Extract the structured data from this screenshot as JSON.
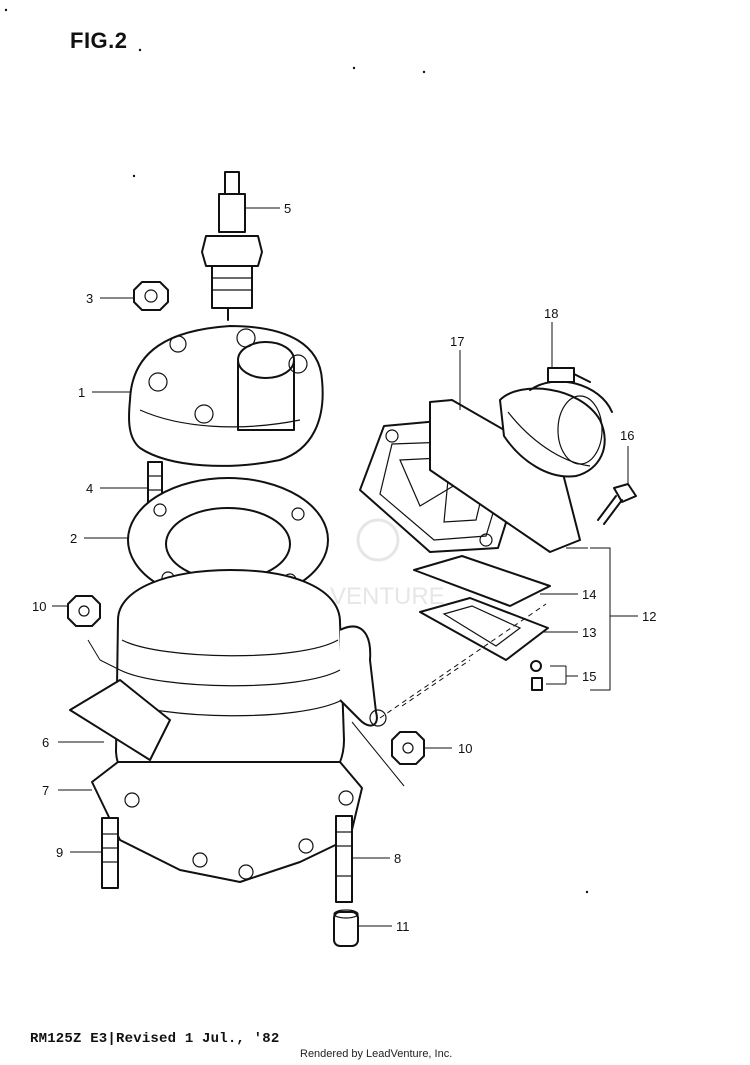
{
  "figure": {
    "title": "FIG.2"
  },
  "callouts": {
    "c1": "1",
    "c2": "2",
    "c3": "3",
    "c4": "4",
    "c5": "5",
    "c6": "6",
    "c7": "7",
    "c8": "8",
    "c9": "9",
    "c10a": "10",
    "c10b": "10",
    "c11": "11",
    "c12": "12",
    "c13": "13",
    "c14": "14",
    "c15": "15",
    "c16": "16",
    "c17": "17",
    "c18": "18"
  },
  "watermark": {
    "text": "VENTURE"
  },
  "footer": {
    "model_revision": "RM125Z E3|Revised 1 Jul., '82",
    "rendered_by": "Rendered by LeadVenture, Inc."
  }
}
